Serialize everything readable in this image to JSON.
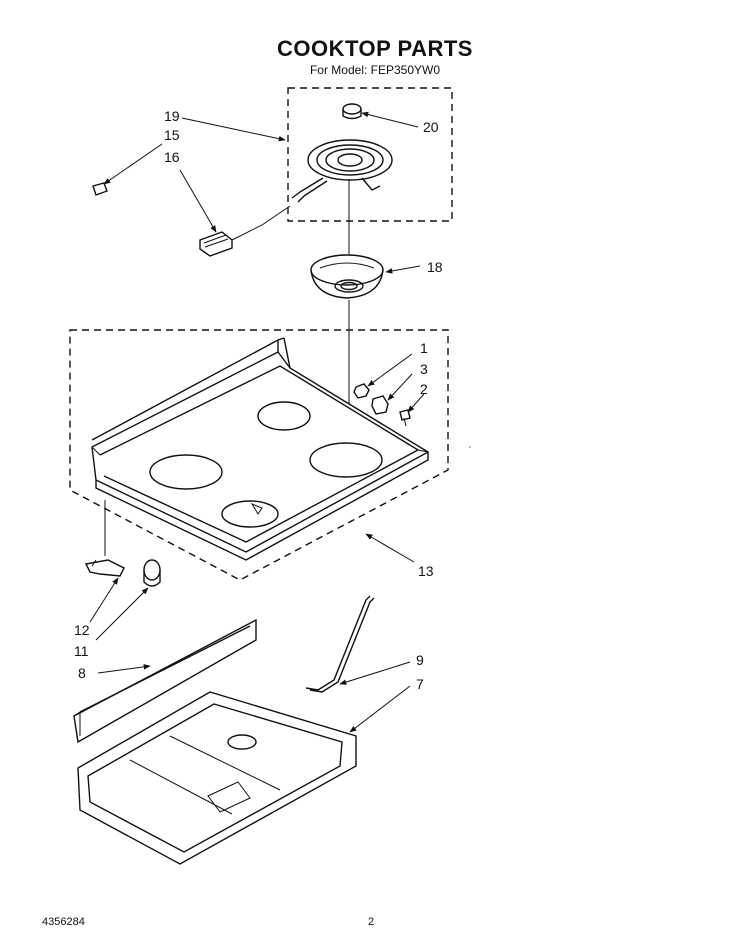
{
  "header": {
    "title": "COOKTOP PARTS",
    "subtitle": "For Model: FEP350YW0"
  },
  "footer": {
    "doc_number": "4356284",
    "page_number": "2"
  },
  "callouts": {
    "c1": "1",
    "c2": "2",
    "c3": "3",
    "c7": "7",
    "c8": "8",
    "c9": "9",
    "c11": "11",
    "c12": "12",
    "c13": "13",
    "c15": "15",
    "c16": "16",
    "c18": "18",
    "c19": "19",
    "c20": "20"
  }
}
